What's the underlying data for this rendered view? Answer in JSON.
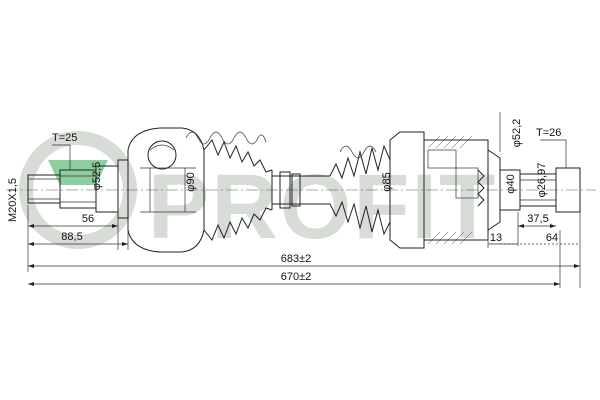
{
  "watermark": {
    "text": "PROFIT",
    "color": "#d7dcd7",
    "accent": "#2fa84a"
  },
  "dimensions": {
    "thread": "M20X1,5",
    "t_left": "T=25",
    "d_left_shaft": "φ52,5",
    "d_outer_cv": "φ90",
    "d_inner_boot": "φ85",
    "d_flange": "φ52,2",
    "t_right": "T=26",
    "d_right_1": "φ40",
    "d_right_2": "φ26,97",
    "len_56": "56",
    "len_88_5": "88,5",
    "len_683": "683±2",
    "len_670": "670±2",
    "len_37_5": "37,5",
    "len_13": "13",
    "len_64": "64"
  }
}
